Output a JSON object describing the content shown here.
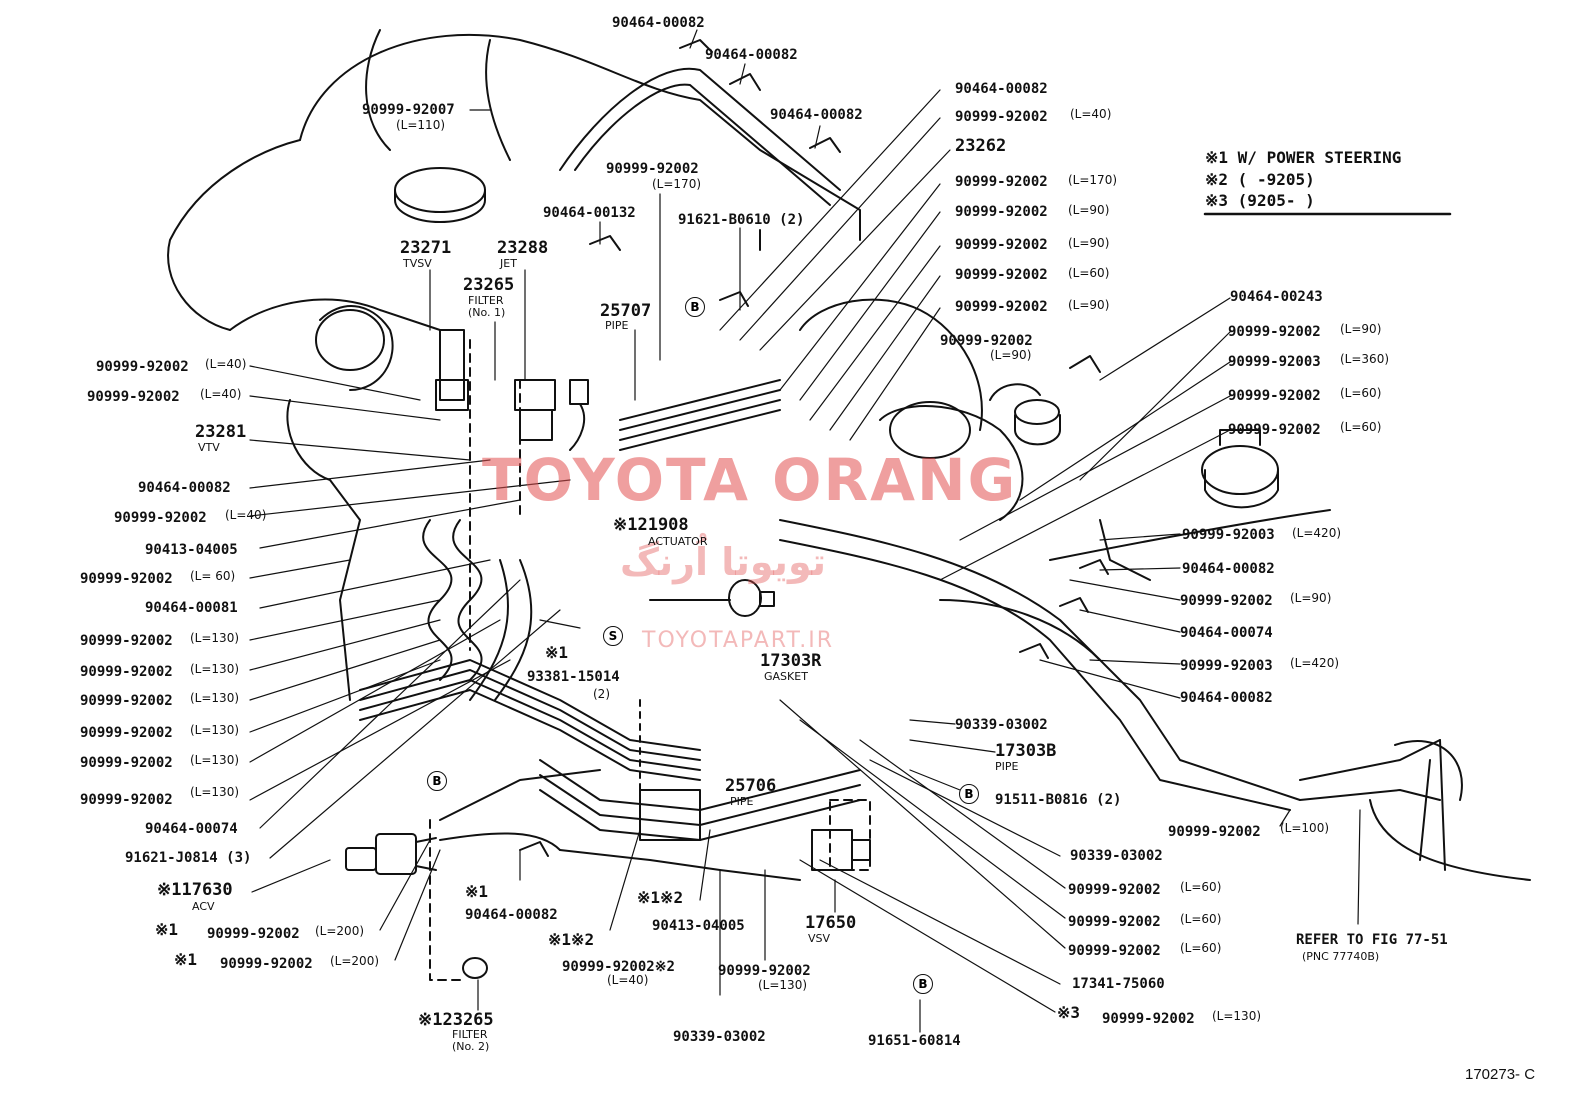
{
  "legend": {
    "line1": "※1 W/ POWER STEERING",
    "line2": "※2 (        -9205)",
    "line3": "※3 (9205-        )"
  },
  "watermark": {
    "main": "TOYOTA ORANG",
    "farsi": "تویوتا اُرنگ",
    "url": "TOYOTAPART.IR"
  },
  "figure_ref": "170273- C",
  "callouts": {
    "c1": "90464-00082",
    "c2": "90464-00082",
    "c3": "90999-92007",
    "c3l": "(L=110)",
    "c4": "90464-00082",
    "c5": "90464-00082",
    "c6": "90999-92002",
    "c6l": "(L=40)",
    "c7": "23262",
    "c8": "90999-92002",
    "c8l": "(L=170)",
    "c9": "90999-92002",
    "c9l": "(L=170)",
    "c10": "90999-92002",
    "c10l": "(L=90)",
    "c11": "90464-00132",
    "c12": "91621-B0610 (2)",
    "c13": "90999-92002",
    "c13l": "(L=90)",
    "c14": "90999-92002",
    "c14l": "(L=60)",
    "c15": "90999-92002",
    "c15l": "(L=90)",
    "c16": "90999-92002",
    "c16l": "(L=90)",
    "c17": "90464-00243",
    "c18": "90999-92002",
    "c18l": "(L=90)",
    "c19": "90999-92003",
    "c19l": "(L=360)",
    "c20": "90999-92002",
    "c20l": "(L=60)",
    "c21": "90999-92002",
    "c21l": "(L=60)",
    "p23271": "23271",
    "p23271s": "TVSV",
    "p23288": "23288",
    "p23288s": "JET",
    "p23265": "23265",
    "p23265s1": "FILTER",
    "p23265s2": "(No. 1)",
    "p25707": "25707",
    "p25707s": "PIPE",
    "l1": "90999-92002",
    "l1l": "(L=40)",
    "l2": "90999-92002",
    "l2l": "(L=40)",
    "p23281": "23281",
    "p23281s": "VTV",
    "l3": "90464-00082",
    "l4": "90999-92002",
    "l4l": "(L=40)",
    "l5": "90413-04005",
    "l6": "90999-92002",
    "l6l": "(L= 60)",
    "l7": "90464-00081",
    "l8": "90999-92002",
    "l8l": "(L=130)",
    "l9": "90999-92002",
    "l9l": "(L=130)",
    "l10": "90999-92002",
    "l10l": "(L=130)",
    "l11": "90999-92002",
    "l11l": "(L=130)",
    "l12": "90999-92002",
    "l12l": "(L=130)",
    "l13": "90999-92002",
    "l13l": "(L=130)",
    "l14": "90464-00074",
    "l15": "91621-J0814 (3)",
    "p17630": "※117630",
    "p17630s": "ACV",
    "b1mark": "※1",
    "b1": "90999-92002",
    "b1l": "(L=200)",
    "b2mark": "※1",
    "b2": "90999-92002",
    "b2l": "(L=200)",
    "p23265b": "※123265",
    "p23265bs1": "FILTER",
    "p23265bs2": "(No. 2)",
    "m1mark": "※1",
    "m1": "90464-00082",
    "m121908": "※121908",
    "m121908s": "ACTUATOR",
    "m93381mark": "※1",
    "m93381": "93381-15014",
    "m93381q": "(2)",
    "p17303r": "17303R",
    "p17303rs": "GASKET",
    "p25706": "25706",
    "p25706s": "PIPE",
    "m2mark": "※1※2",
    "m2": "90413-04005",
    "m3mark": "※1※2",
    "m3": "90999-92002※2",
    "m3l": "(L=40)",
    "m4": "90999-92002",
    "m4l": "(L=130)",
    "p17650": "17650",
    "p17650s": "VSV",
    "m5": "90339-03002",
    "m6": "91651-60814",
    "r1": "90999-92003",
    "r1l": "(L=420)",
    "r2": "90464-00082",
    "r3": "90999-92002",
    "r3l": "(L=90)",
    "r4": "90464-00074",
    "r5": "90999-92003",
    "r5l": "(L=420)",
    "r6": "90464-00082",
    "r7": "90339-03002",
    "p17303b": "17303B",
    "p17303bs": "PIPE",
    "r8": "91511-B0816 (2)",
    "r9": "90999-92002",
    "r9l": "(L=100)",
    "r10": "90339-03002",
    "r11": "90999-92002",
    "r11l": "(L=60)",
    "r12": "90999-92002",
    "r12l": "(L=60)",
    "r13": "90999-92002",
    "r13l": "(L=60)",
    "r14": "17341-75060",
    "r15mark": "※3",
    "r15": "90999-92002",
    "r15l": "(L=130)",
    "refer1": "REFER TO FIG 77-51",
    "refer2": "(PNC 77740B)",
    "circB": "B",
    "circS": "S"
  }
}
